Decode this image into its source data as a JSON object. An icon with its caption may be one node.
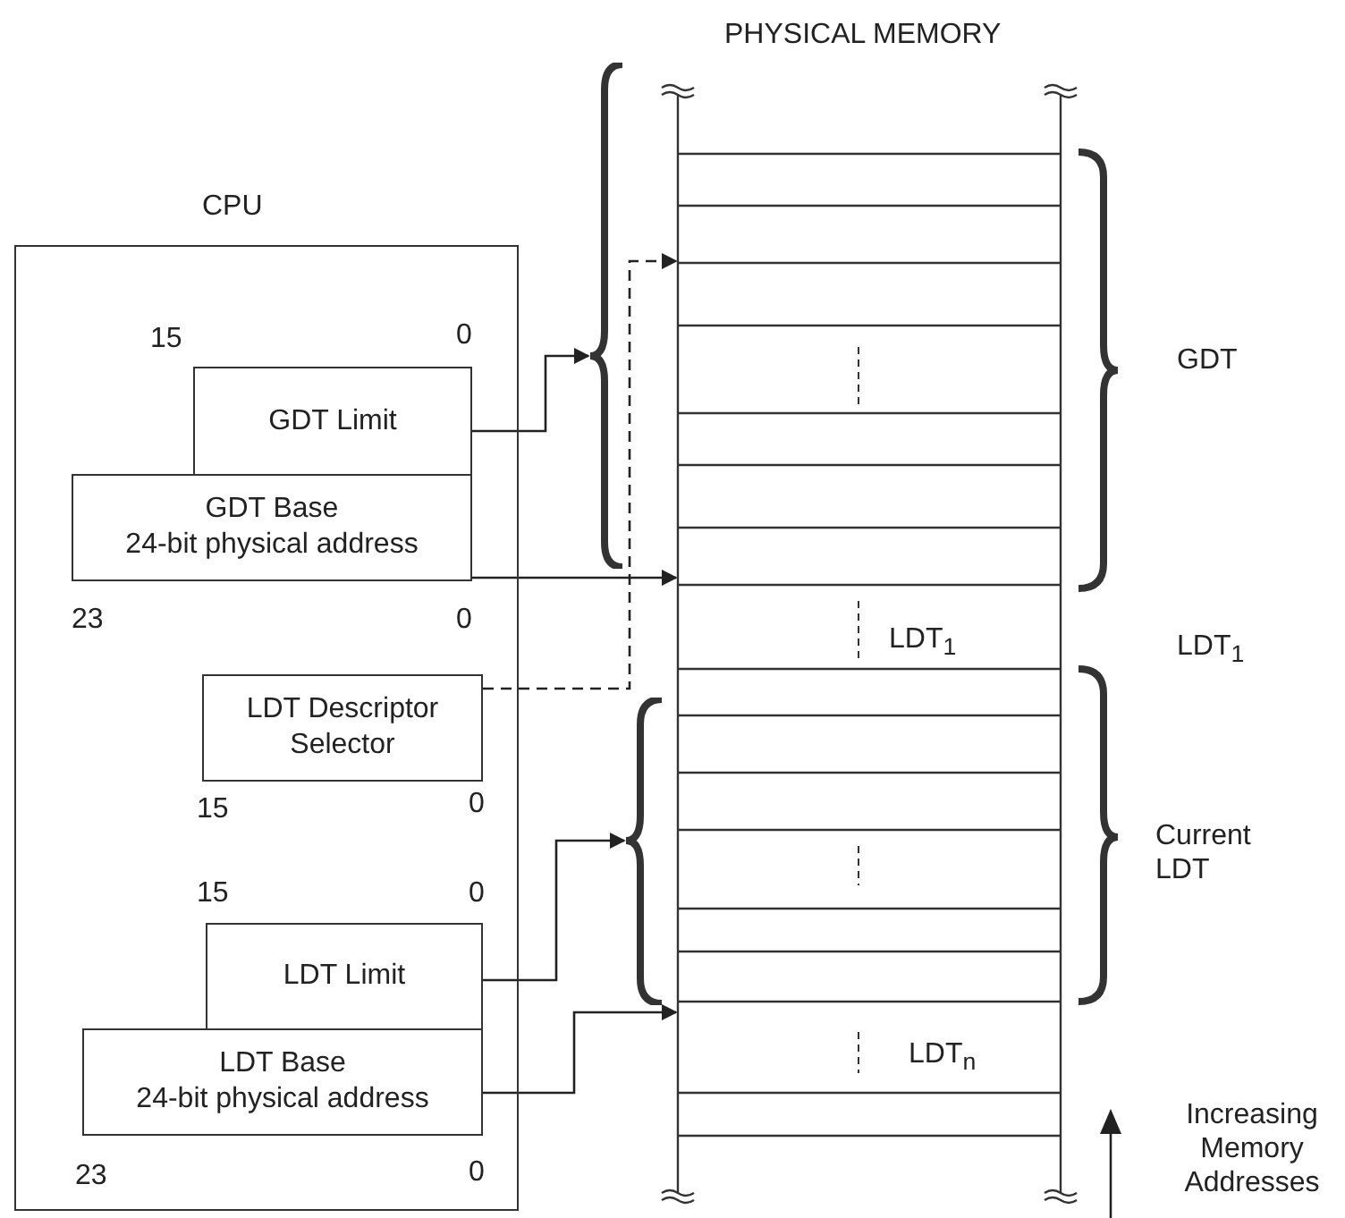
{
  "diagram": {
    "nodes": [
      {
        "text": [
          "PHYSICAL MEMORY"
        ]
      },
      {
        "text": [
          "CPU"
        ]
      },
      {
        "text": [
          "GDT Limit"
        ],
        "in": 1,
        "beside": [
          "15",
          "0"
        ]
      },
      {
        "text": [
          "GDT Base",
          "24-bit physical address"
        ],
        "in": 1,
        "beside": [
          "23",
          "0"
        ]
      },
      {
        "text": [
          "LDT Descriptor Selector"
        ],
        "in": 1,
        "beside": [
          "15",
          "0"
        ]
      },
      {
        "text": [
          "LDT Limit"
        ],
        "in": 1,
        "beside": [
          "15",
          "0"
        ]
      },
      {
        "text": [
          "LDT Base",
          "24-bit physical address"
        ],
        "in": 1,
        "beside": [
          "23",
          "0"
        ]
      },
      {
        "text": [],
        "shape": "bracket"
      },
      {
        "text": [],
        "shape": "bracket"
      }
    ],
    "edges": [
      {
        "from": 2,
        "to": 7,
        "arrow": "to"
      },
      {
        "from": 3,
        "to": 0,
        "arrow": "to"
      },
      {
        "from": 4,
        "to": 0,
        "arrow": "to",
        "style": "dashed"
      },
      {
        "from": 5,
        "to": 8,
        "arrow": "to"
      },
      {
        "from": 6,
        "to": 0,
        "arrow": "to"
      }
    ],
    "labels": [
      "GDT",
      "LDT$_{1}$",
      "LDT$_{1}$",
      "Current LDT",
      "LDT$_{n}$",
      "Increasing Memory Addresses"
    ]
  }
}
